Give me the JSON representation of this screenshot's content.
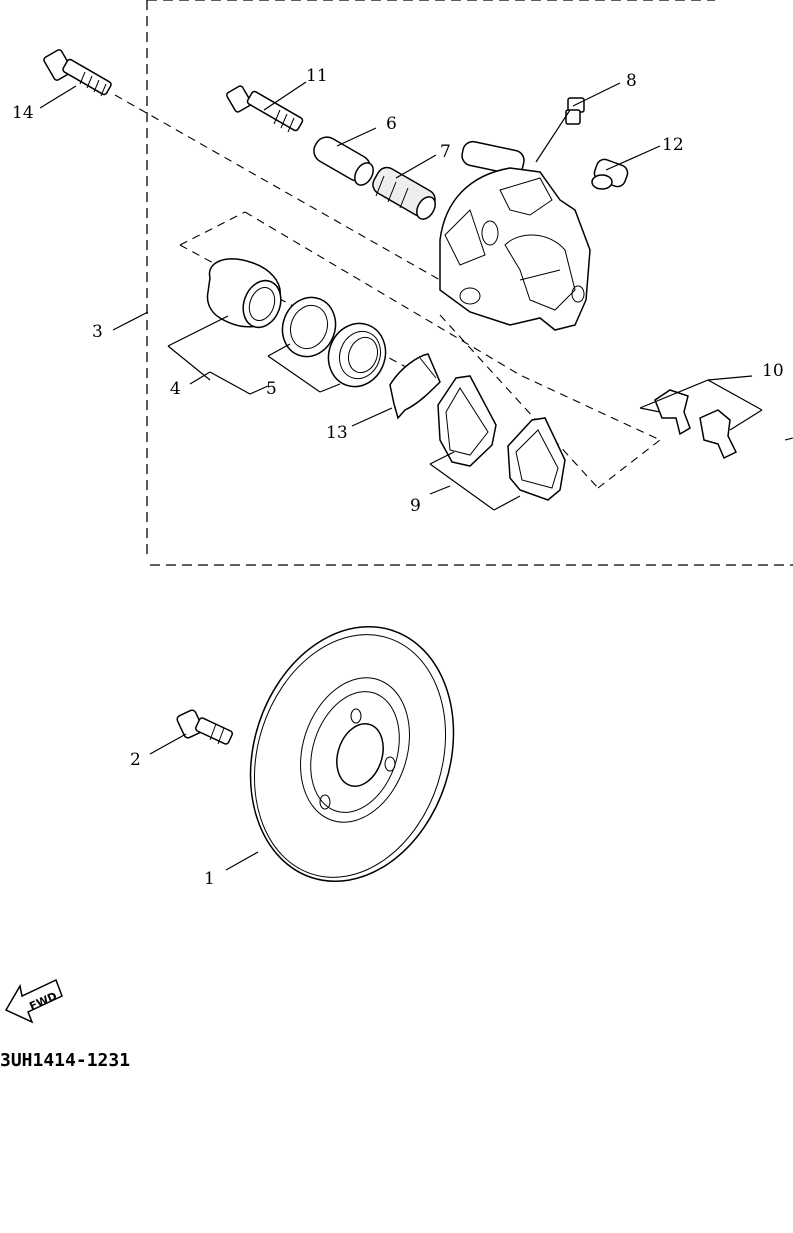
{
  "diagram": {
    "part_code": "3UH1414-1231",
    "fwd_label": "FWD",
    "callouts": {
      "c1": "1",
      "c2": "2",
      "c3": "3",
      "c4": "4",
      "c5": "5",
      "c6": "6",
      "c7": "7",
      "c8": "8",
      "c9": "9",
      "c10": "10",
      "c11": "11",
      "c12": "12",
      "c13": "13",
      "c14": "14"
    }
  }
}
